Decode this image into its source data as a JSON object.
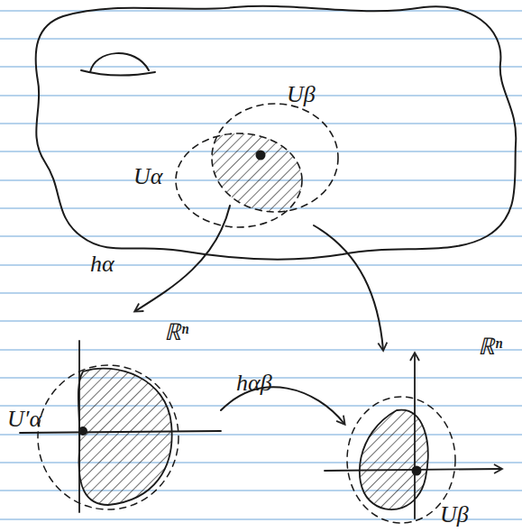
{
  "diagram": {
    "labels": [
      "Uα",
      "Uβ",
      "hα",
      "ℝⁿ",
      "U′α",
      "hαβ",
      "ℝⁿ",
      "Uβ"
    ]
  }
}
